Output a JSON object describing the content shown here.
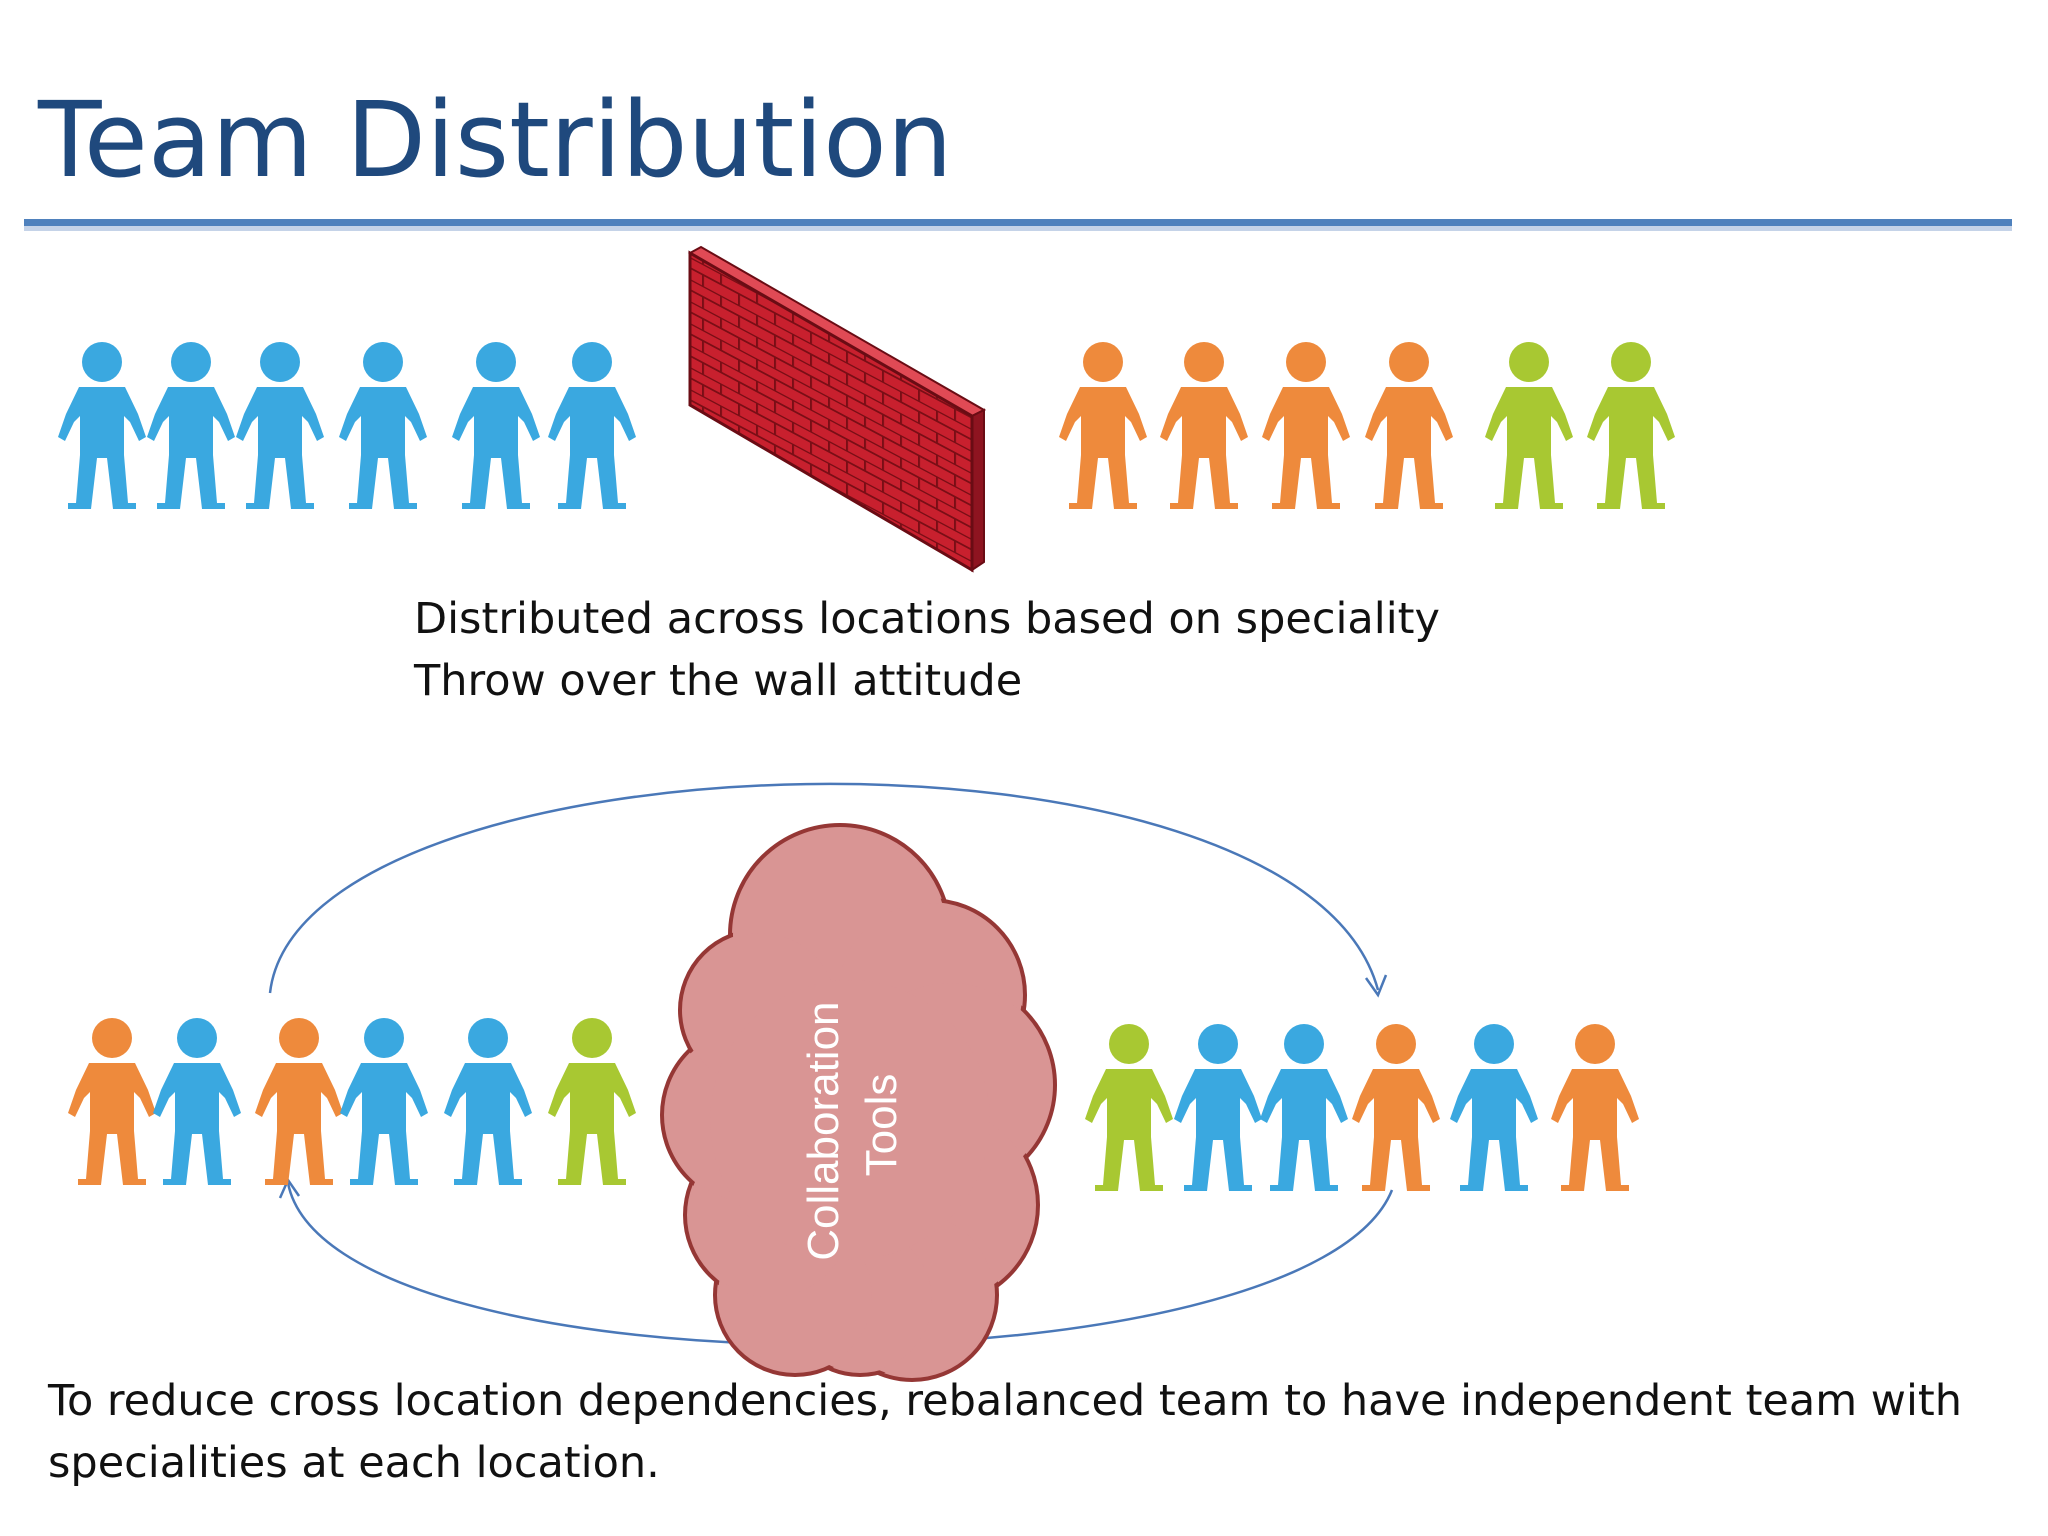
{
  "slide": {
    "title": "Team Distribution",
    "top_caption": {
      "line1": "Distributed across locations based on speciality",
      "line2": "Throw over the wall attitude"
    },
    "cloud_label": {
      "line1": "Collaboration",
      "line2": "Tools"
    },
    "bottom_caption": {
      "line1": "To reduce cross location dependencies, rebalanced team to have independent team with",
      "line2": "specialities at each location."
    }
  },
  "colors": {
    "title": "#1F497D",
    "rule": "#4F81BD",
    "blue_person": "#3AA8E0",
    "orange_person": "#EE8A3C",
    "green_person": "#A8C832",
    "wall_brick": "#C8202E",
    "wall_mortar": "#7A0E16",
    "cloud_fill": "#D99594",
    "cloud_stroke": "#953735",
    "arrow": "#4A78B8"
  },
  "groups": {
    "top_left": [
      "blue",
      "blue",
      "blue",
      "blue",
      "blue",
      "blue"
    ],
    "top_right": [
      "orange",
      "orange",
      "orange",
      "orange",
      "green",
      "green"
    ],
    "bottom_left": [
      "orange",
      "blue",
      "orange",
      "blue",
      "blue",
      "green"
    ],
    "bottom_right": [
      "green",
      "blue",
      "blue",
      "orange",
      "blue",
      "orange"
    ]
  }
}
